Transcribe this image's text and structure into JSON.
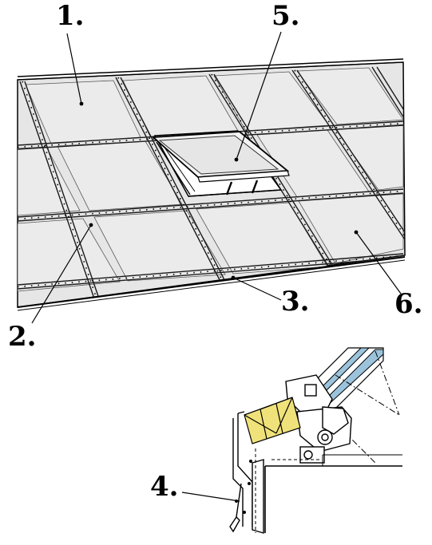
{
  "callouts": [
    {
      "label": "1."
    },
    {
      "label": "2."
    },
    {
      "label": "3."
    },
    {
      "label": "4."
    },
    {
      "label": "5."
    },
    {
      "label": "6."
    }
  ],
  "colors": {
    "panel": "#e6e6e6",
    "frame": "#2a2a2a",
    "insulation": "#f0e27a",
    "glazing": "#9cc3dc"
  }
}
